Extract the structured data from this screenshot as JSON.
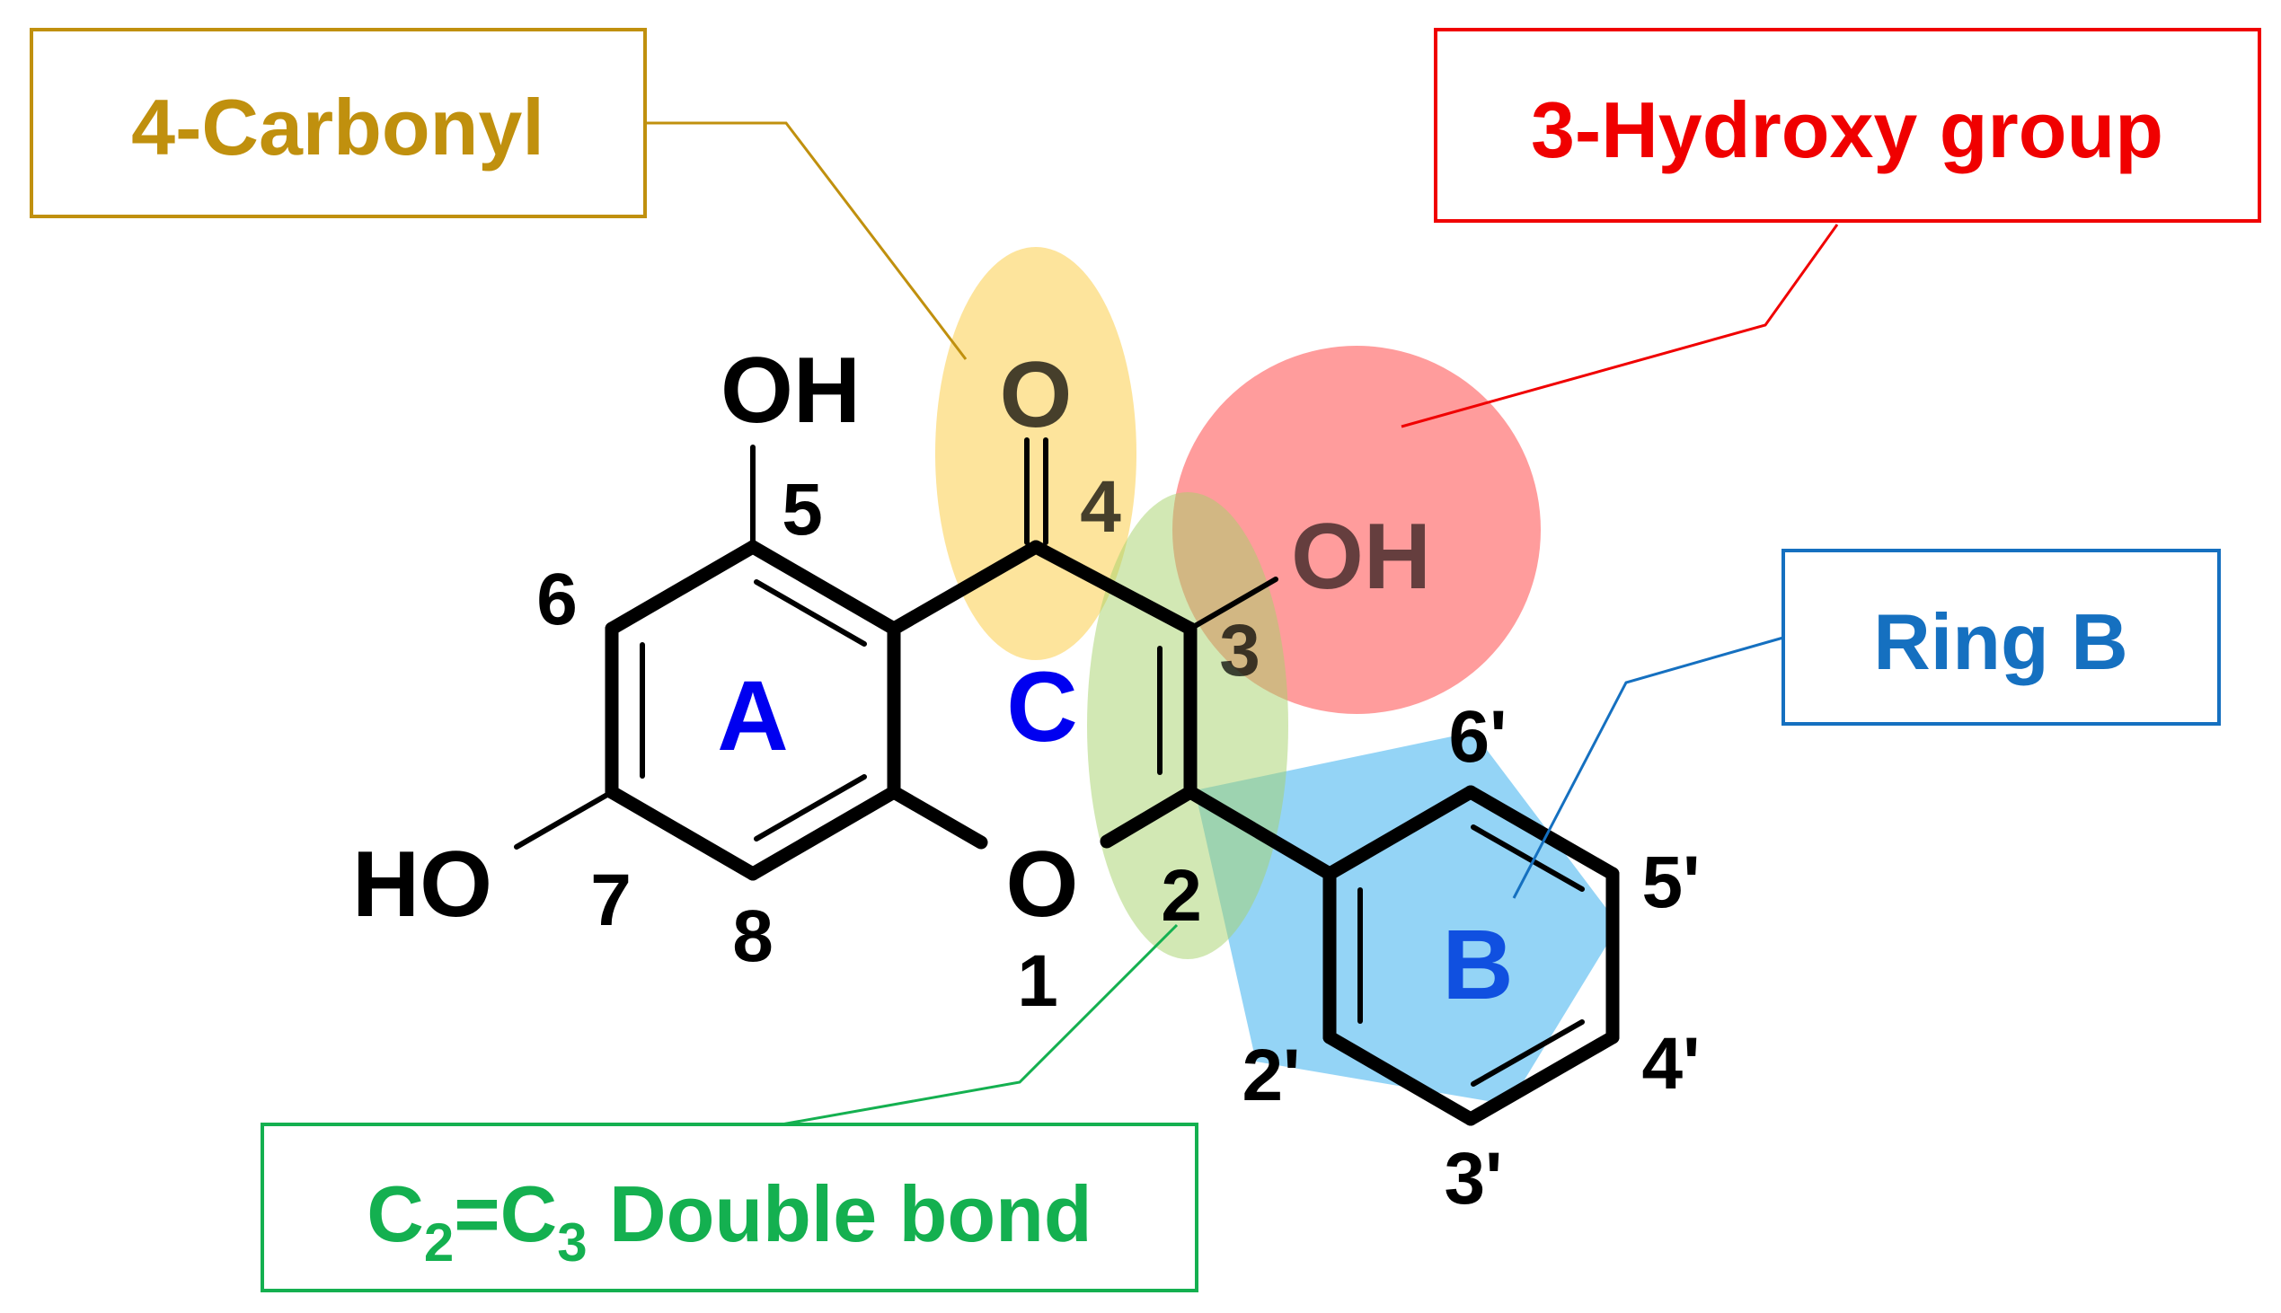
{
  "colors": {
    "carbonyl": "#C0900E",
    "hydroxy": "#F00000",
    "ringb": "#1570C0",
    "double_bond": "#14B050",
    "ring_label": "#0000F0",
    "bond": "#000000"
  },
  "callouts": {
    "carbonyl": "4-Carbonyl",
    "hydroxy": "3-Hydroxy group",
    "ringb": "Ring B",
    "double_bond": {
      "c1": "C",
      "sub1": "2",
      "eq": "=",
      "c2": "C",
      "sub2": "3",
      "rest": " Double bond"
    }
  },
  "atoms": {
    "oh5": "OH",
    "o_carbonyl": "O",
    "oh3": "OH",
    "ho7": "HO",
    "o1": "O"
  },
  "positions": {
    "p1": "1",
    "p2": "2",
    "p3": "3",
    "p4": "4",
    "p5": "5",
    "p6": "6",
    "p7": "7",
    "p8": "8",
    "p2p": "2'",
    "p3p": "3'",
    "p4p": "4'",
    "p5p": "5'",
    "p6p": "6'"
  },
  "rings": {
    "a": "A",
    "b": "B",
    "c": "C"
  }
}
